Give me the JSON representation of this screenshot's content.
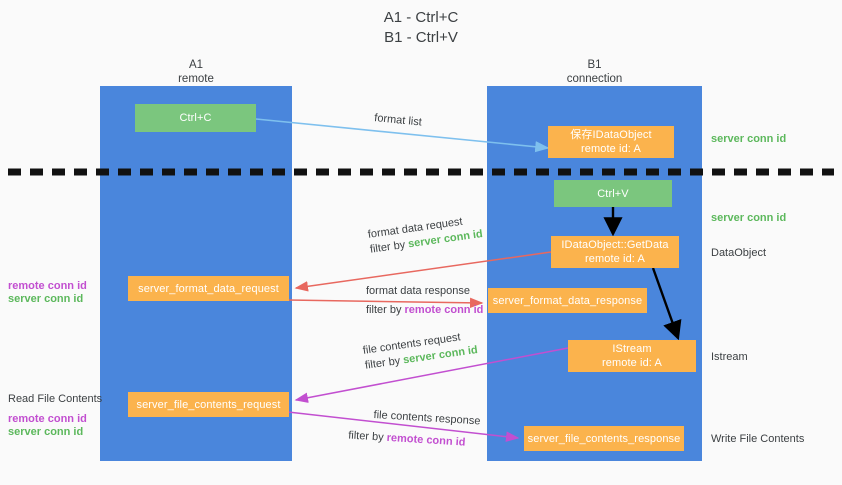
{
  "title": {
    "line1": "A1 - Ctrl+C",
    "line2": "B1 - Ctrl+V"
  },
  "lanes": [
    {
      "name": "a1",
      "title": "A1",
      "subtitle": "remote"
    },
    {
      "name": "b1",
      "title": "B1",
      "subtitle": "connection"
    }
  ],
  "boxes": {
    "ctrl_c": {
      "line1": "Ctrl+C",
      "line2": "",
      "color": "#7bc67e"
    },
    "ctrl_v": {
      "line1": "Ctrl+V",
      "line2": "",
      "color": "#7bc67e"
    },
    "idataobject": {
      "line1": "保存IDataObject",
      "line2": "remote id: A",
      "color": "#fbb34d"
    },
    "getdata": {
      "line1": "IDataObject::GetData",
      "line2": "remote id: A",
      "color": "#fbb34d"
    },
    "istream": {
      "line1": "IStream",
      "line2": "remote id: A",
      "color": "#fbb34d"
    },
    "fmt_req": {
      "line1": "server_format_data_request",
      "line2": "",
      "color": "#fbb34d"
    },
    "fmt_resp": {
      "line1": "server_format_data_response",
      "line2": "",
      "color": "#fbb34d"
    },
    "file_req": {
      "line1": "server_file_contents_request",
      "line2": "",
      "color": "#fbb34d"
    },
    "file_resp": {
      "line1": "server_file_contents_response",
      "line2": "",
      "color": "#fbb34d"
    }
  },
  "edges": {
    "format_list": {
      "caption": "format list"
    },
    "format_data_request": {
      "caption": "format data request",
      "filter_prefix": "filter by ",
      "filter_value": "server conn id",
      "filter_color": "#5cb85c"
    },
    "format_data_response": {
      "caption": "format data response",
      "filter_prefix": "filter by ",
      "filter_value": "remote conn id",
      "filter_color": "#c24fd0"
    },
    "file_contents_request": {
      "caption": "file contents request",
      "filter_prefix": "filter by ",
      "filter_value": "server conn id",
      "filter_color": "#5cb85c"
    },
    "file_contents_response": {
      "caption": "file contents response",
      "filter_prefix": "filter by ",
      "filter_value": "remote conn id",
      "filter_color": "#c24fd0"
    }
  },
  "right_labels": {
    "server_conn_id_top": "server conn id",
    "server_conn_id_mid": "server conn id",
    "dataobject": "DataObject",
    "istream": "Istream",
    "write_file_contents": "Write File Contents"
  },
  "left_labels": {
    "remote_conn_id_mid": "remote conn id",
    "server_conn_id_mid": "server conn id",
    "read_file_contents": "Read File Contents",
    "remote_conn_id_low": "remote conn id",
    "server_conn_id_low": "server conn id"
  },
  "colors": {
    "lane": "#4a86dc",
    "green_box": "#7bc67e",
    "orange_box": "#fbb34d",
    "green_text": "#5cb85c",
    "purple_text": "#c24fd0",
    "arrow_blue": "#7ec0ee",
    "arrow_red": "#e8685f",
    "arrow_magenta": "#c24fd0",
    "arrow_black": "#000000",
    "divider": "#111111",
    "background": "#fafafa"
  }
}
